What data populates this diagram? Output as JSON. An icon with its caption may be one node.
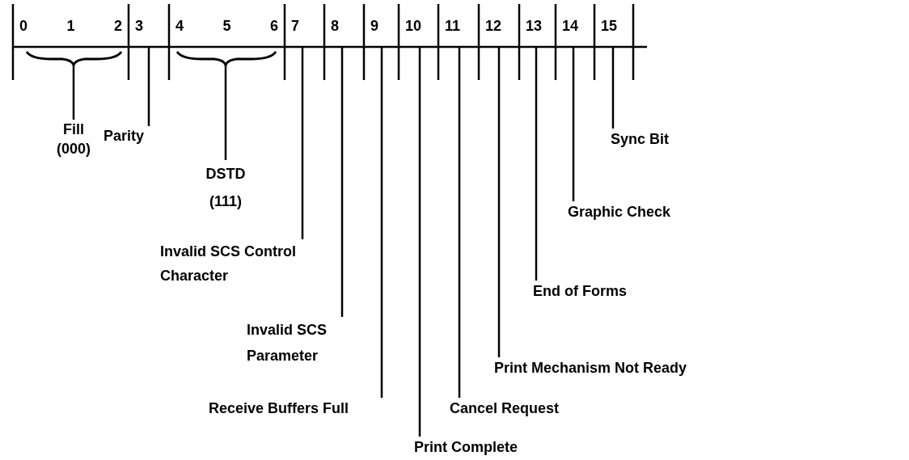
{
  "diagram": {
    "nodes": [
      {
        "text": [
          "0",
          "1",
          "2"
        ]
      },
      {
        "text": [
          "3"
        ]
      },
      {
        "text": [
          "4",
          "5",
          "6"
        ]
      },
      {
        "text": [
          "7"
        ]
      },
      {
        "text": [
          "8"
        ]
      },
      {
        "text": [
          "9"
        ]
      },
      {
        "text": [
          "10"
        ]
      },
      {
        "text": [
          "11"
        ]
      },
      {
        "text": [
          "12"
        ]
      },
      {
        "text": [
          "13"
        ]
      },
      {
        "text": [
          "14"
        ]
      },
      {
        "text": [
          "15"
        ]
      },
      {
        "text": [
          "Fill (000)"
        ]
      },
      {
        "text": [
          "Parity"
        ]
      },
      {
        "text": [
          "DSTD (111)"
        ]
      },
      {
        "text": [
          "Invalid SCS Control Character"
        ]
      },
      {
        "text": [
          "Invalid SCS Parameter"
        ]
      },
      {
        "text": [
          "Receive Buffers Full"
        ]
      },
      {
        "text": [
          "Print Complete"
        ]
      },
      {
        "text": [
          "Cancel Request"
        ]
      },
      {
        "text": [
          "Print Mechanism Not Ready"
        ]
      },
      {
        "text": [
          "End of Forms"
        ]
      },
      {
        "text": [
          "Graphic Check"
        ]
      },
      {
        "text": [
          "Sync Bit"
        ]
      }
    ],
    "edges": [
      {
        "from": 12,
        "to": 0,
        "arrow": "none"
      },
      {
        "from": 13,
        "to": 1,
        "arrow": "none"
      },
      {
        "from": 14,
        "to": 2,
        "arrow": "none"
      },
      {
        "from": 15,
        "to": 3,
        "arrow": "none"
      },
      {
        "from": 16,
        "to": 4,
        "arrow": "none"
      },
      {
        "from": 17,
        "to": 5,
        "arrow": "none"
      },
      {
        "from": 18,
        "to": 6,
        "arrow": "none"
      },
      {
        "from": 19,
        "to": 7,
        "arrow": "none"
      },
      {
        "from": 20,
        "to": 8,
        "arrow": "none"
      },
      {
        "from": 21,
        "to": 9,
        "arrow": "none"
      },
      {
        "from": 22,
        "to": 10,
        "arrow": "none"
      },
      {
        "from": 23,
        "to": 11,
        "arrow": "none"
      }
    ]
  }
}
